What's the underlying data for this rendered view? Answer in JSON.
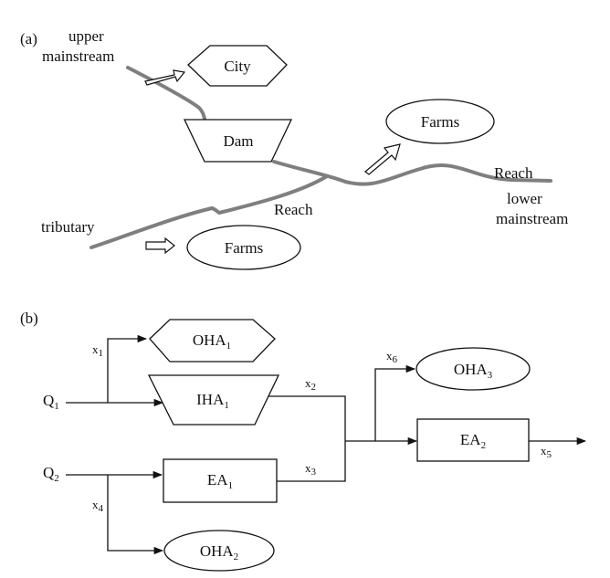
{
  "panel_a": {
    "label": "(a)",
    "upper": "upper",
    "mainstream": "mainstream",
    "city": "City",
    "dam": "Dam",
    "farms_top": "Farms",
    "reach_right": "Reach",
    "reach_mid": "Reach",
    "tributary": "tributary",
    "farms_bottom": "Farms",
    "lower": "lower",
    "lower_mainstream": "mainstream"
  },
  "panel_b": {
    "label": "(b)",
    "q1": "Q",
    "q1_sub": "1",
    "q2": "Q",
    "q2_sub": "2",
    "oha1": "OHA",
    "oha1_sub": "1",
    "iha1": "IHA",
    "iha1_sub": "1",
    "ea1": "EA",
    "ea1_sub": "1",
    "oha2": "OHA",
    "oha2_sub": "2",
    "oha3": "OHA",
    "oha3_sub": "3",
    "ea2": "EA",
    "ea2_sub": "2",
    "x1": "x",
    "x1_sub": "1",
    "x2": "x",
    "x2_sub": "2",
    "x3": "x",
    "x3_sub": "3",
    "x4": "x",
    "x4_sub": "4",
    "x5": "x",
    "x5_sub": "5",
    "x6": "x",
    "x6_sub": "6"
  }
}
